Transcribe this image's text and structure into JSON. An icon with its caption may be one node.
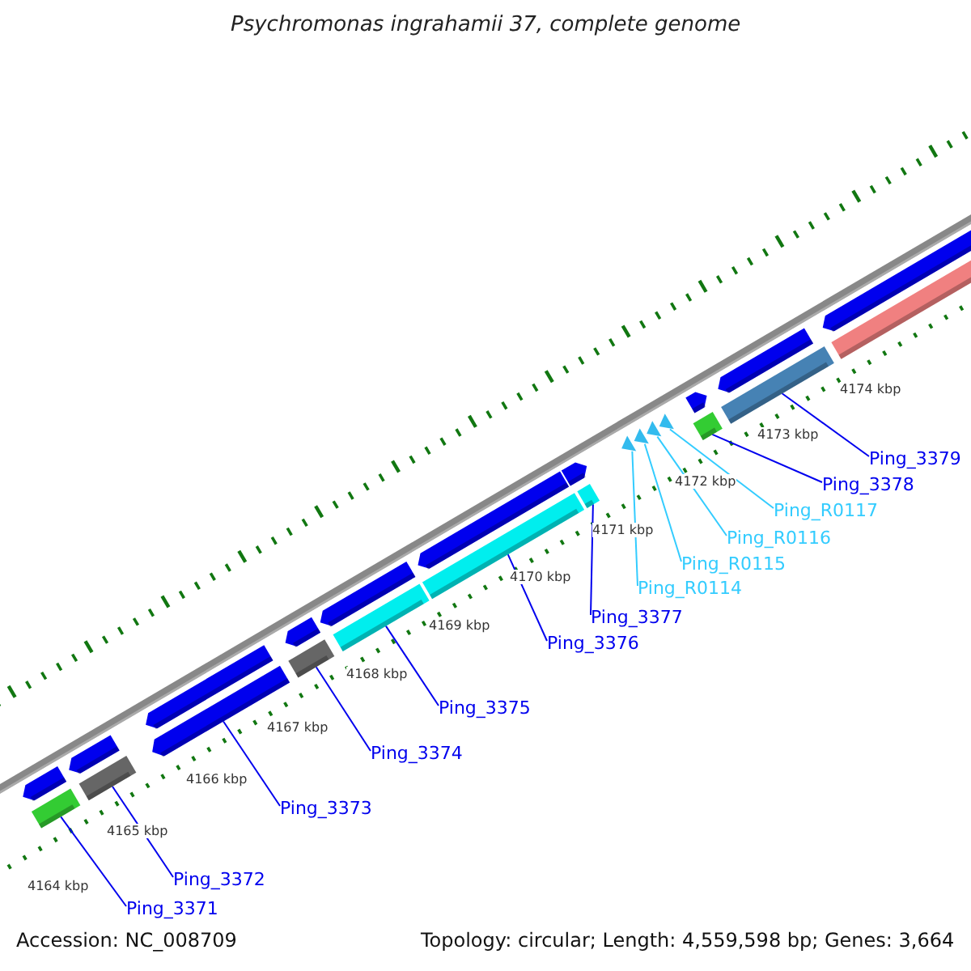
{
  "diagram": {
    "title": "Psychromonas ingrahamii 37, complete genome",
    "nodes": [
      {
        "text": [
          "Ping_3371"
        ]
      },
      {
        "text": [
          "Ping_3372"
        ]
      },
      {
        "text": [
          "Ping_3373"
        ]
      },
      {
        "text": [
          "Ping_3374"
        ]
      },
      {
        "text": [
          "Ping_3375"
        ]
      },
      {
        "text": [
          "Ping_3376"
        ]
      },
      {
        "text": [
          "Ping_3377"
        ]
      },
      {
        "text": [
          "Ping_R0114"
        ]
      },
      {
        "text": [
          "Ping_R0115"
        ]
      },
      {
        "text": [
          "Ping_R0116"
        ]
      },
      {
        "text": [
          "Ping_R0117"
        ]
      },
      {
        "text": [
          "Ping_3378"
        ]
      },
      {
        "text": [
          "Ping_3379"
        ]
      },
      {
        "text": [],
        "shape": "bar"
      },
      {
        "text": [],
        "shape": "bar"
      },
      {
        "text": [],
        "shape": "bar"
      },
      {
        "text": [],
        "shape": "bar"
      },
      {
        "text": [],
        "shape": "bar"
      },
      {
        "text": [],
        "shape": "bar"
      },
      {
        "text": [],
        "shape": "bar"
      },
      {
        "text": [],
        "shape": "triangle"
      },
      {
        "text": [],
        "shape": "triangle"
      },
      {
        "text": [],
        "shape": "triangle"
      },
      {
        "text": [],
        "shape": "triangle"
      },
      {
        "text": [],
        "shape": "bar"
      },
      {
        "text": [],
        "shape": "bar"
      }
    ],
    "edges": [
      {
        "from": 0,
        "to": 13,
        "arrow": "none"
      },
      {
        "from": 1,
        "to": 14,
        "arrow": "none"
      },
      {
        "from": 2,
        "to": 15,
        "arrow": "none"
      },
      {
        "from": 3,
        "to": 16,
        "arrow": "none"
      },
      {
        "from": 4,
        "to": 17,
        "arrow": "none"
      },
      {
        "from": 5,
        "to": 18,
        "arrow": "none"
      },
      {
        "from": 6,
        "to": 19,
        "arrow": "none"
      },
      {
        "from": 7,
        "to": 20,
        "arrow": "none",
        "color": "#33ccff"
      },
      {
        "from": 8,
        "to": 21,
        "arrow": "none",
        "color": "#33ccff"
      },
      {
        "from": 9,
        "to": 22,
        "arrow": "none",
        "color": "#33ccff"
      },
      {
        "from": 10,
        "to": 23,
        "arrow": "none",
        "color": "#33ccff"
      },
      {
        "from": 11,
        "to": 24,
        "arrow": "none"
      },
      {
        "from": 12,
        "to": 25,
        "arrow": "none"
      }
    ],
    "labels": [
      "4164 kbp",
      "4165 kbp",
      "4166 kbp",
      "4167 kbp",
      "4168 kbp",
      "4169 kbp",
      "4170 kbp",
      "4171 kbp",
      "4172 kbp",
      "4173 kbp",
      "4174 kbp",
      "Accession: NC_008709",
      "Topology: circular; Length: 4,559,598 bp; Genes: 3,664"
    ]
  }
}
